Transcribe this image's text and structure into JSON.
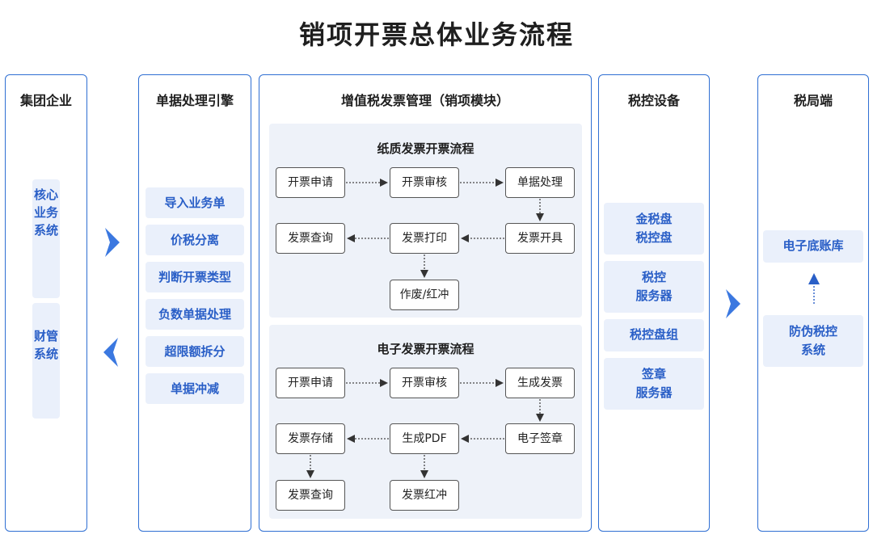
{
  "title": "销项开票总体业务流程",
  "columns": {
    "group": {
      "title": "集团企业",
      "items": [
        "核心业务系统",
        "财管系统"
      ]
    },
    "engine": {
      "title": "单据处理引擎",
      "items": [
        "导入业务单",
        "价税分离",
        "判断开票类型",
        "负数单据处理",
        "超限额拆分",
        "单据冲减"
      ]
    },
    "vat": {
      "title": "增值税发票管理（销项模块）",
      "paper": {
        "title": "纸质发票开票流程",
        "nodes": [
          "开票申请",
          "开票审核",
          "单据处理",
          "发票开具",
          "发票打印",
          "发票查询",
          "作废/红冲"
        ]
      },
      "electronic": {
        "title": "电子发票开票流程",
        "nodes": [
          "开票申请",
          "开票审核",
          "生成发票",
          "电子签章",
          "生成PDF",
          "发票存储",
          "发票查询",
          "发票红冲"
        ]
      }
    },
    "device": {
      "title": "税控设备",
      "items": [
        [
          "金税盘",
          "税控盘"
        ],
        [
          "税控",
          "服务器"
        ],
        [
          "税控盘组"
        ],
        [
          "签章",
          "服务器"
        ]
      ]
    },
    "bureau": {
      "title": "税局端",
      "items": [
        [
          "电子底账库"
        ],
        [
          "防伪税控",
          "系统"
        ]
      ]
    }
  },
  "colors": {
    "border": "#2f6fd3",
    "accent": "#2a5fc7",
    "pill": "#eaf0fb",
    "panel": "#eef2f9",
    "chevron": "#3b78e0"
  }
}
